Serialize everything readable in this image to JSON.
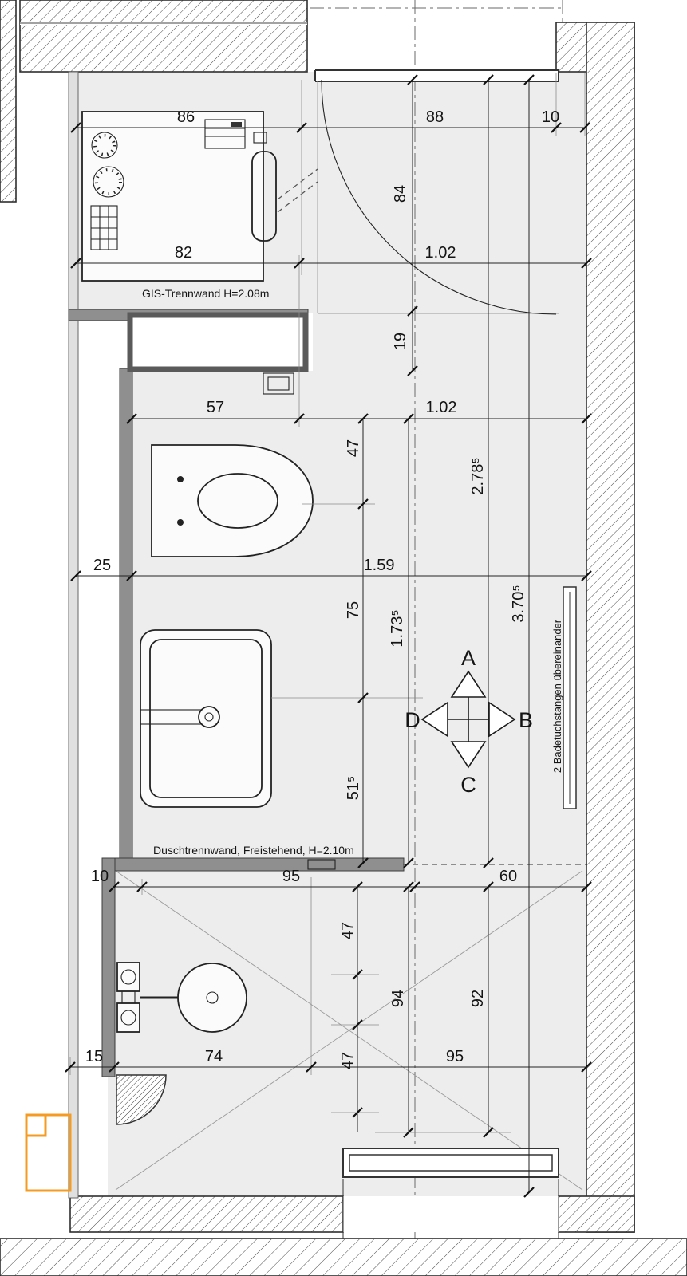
{
  "drawing": {
    "annotations": {
      "gis_wall": "GIS-Trennwand H=2.08m",
      "shower_wall": "Duschtrennwand, Freistehend, H=2.10m",
      "towel_bars": "2 Badetuchstangen übereinander"
    },
    "compass": {
      "up": "A",
      "right": "B",
      "down": "C",
      "left": "D"
    },
    "colors": {
      "radiator_accent": "#f59b22",
      "floor": "#ededed",
      "wall_fill": "#8f8f8f"
    },
    "dims": {
      "w86": "86",
      "w88": "88",
      "w10": "10",
      "h84": "84",
      "w82": "82",
      "w102a": "1.02",
      "h19": "19",
      "w57": "57",
      "w102b": "1.02",
      "h47a": "47",
      "h278": "2.78⁵",
      "w25": "25",
      "w159": "1.59",
      "h75": "75",
      "h173": "1.73⁵",
      "h370": "3.70⁵",
      "h51": "51⁵",
      "w10b": "10",
      "w95a": "95",
      "w60": "60",
      "h47b": "47",
      "h94": "94",
      "h92": "92",
      "w15": "15",
      "w74": "74",
      "h47c": "47",
      "w95b": "95"
    }
  }
}
